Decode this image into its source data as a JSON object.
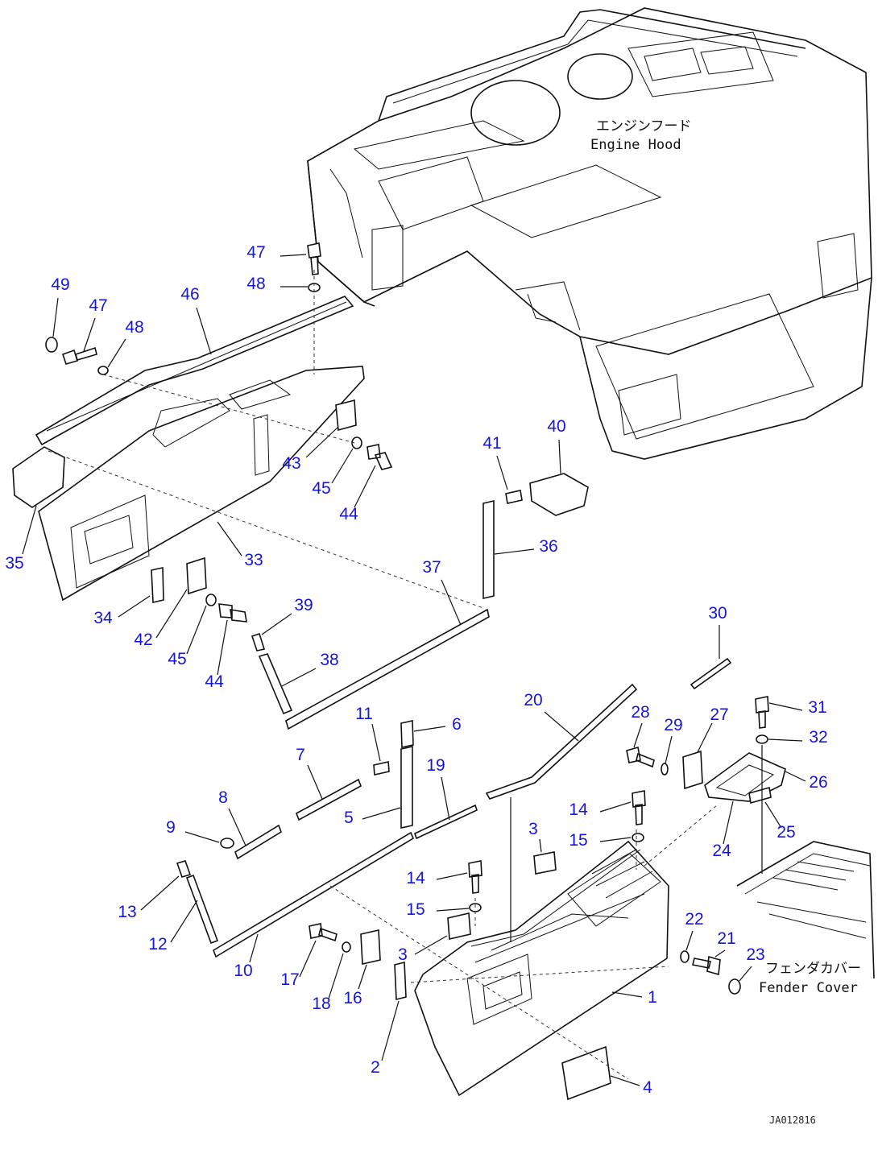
{
  "diagram": {
    "engine_hood_label_jp": "エンジンフード",
    "engine_hood_label_en": "Engine Hood",
    "fender_cover_label_jp": "フェンダカバー",
    "fender_cover_label_en": "Fender Cover",
    "drawing_code": "JA012816",
    "label_color": "#1616d6",
    "parts": [
      {
        "id": "p1",
        "num": "1"
      },
      {
        "id": "p2",
        "num": "2"
      },
      {
        "id": "p3a",
        "num": "3"
      },
      {
        "id": "p3b",
        "num": "3"
      },
      {
        "id": "p4",
        "num": "4"
      },
      {
        "id": "p5",
        "num": "5"
      },
      {
        "id": "p6",
        "num": "6"
      },
      {
        "id": "p7",
        "num": "7"
      },
      {
        "id": "p8",
        "num": "8"
      },
      {
        "id": "p9",
        "num": "9"
      },
      {
        "id": "p10",
        "num": "10"
      },
      {
        "id": "p11",
        "num": "11"
      },
      {
        "id": "p12",
        "num": "12"
      },
      {
        "id": "p13",
        "num": "13"
      },
      {
        "id": "p14a",
        "num": "14"
      },
      {
        "id": "p14b",
        "num": "14"
      },
      {
        "id": "p15a",
        "num": "15"
      },
      {
        "id": "p15b",
        "num": "15"
      },
      {
        "id": "p16",
        "num": "16"
      },
      {
        "id": "p17",
        "num": "17"
      },
      {
        "id": "p18",
        "num": "18"
      },
      {
        "id": "p19",
        "num": "19"
      },
      {
        "id": "p20",
        "num": "20"
      },
      {
        "id": "p21",
        "num": "21"
      },
      {
        "id": "p22",
        "num": "22"
      },
      {
        "id": "p23",
        "num": "23"
      },
      {
        "id": "p24",
        "num": "24"
      },
      {
        "id": "p25",
        "num": "25"
      },
      {
        "id": "p26",
        "num": "26"
      },
      {
        "id": "p27",
        "num": "27"
      },
      {
        "id": "p28",
        "num": "28"
      },
      {
        "id": "p29",
        "num": "29"
      },
      {
        "id": "p30",
        "num": "30"
      },
      {
        "id": "p31",
        "num": "31"
      },
      {
        "id": "p32",
        "num": "32"
      },
      {
        "id": "p33",
        "num": "33"
      },
      {
        "id": "p34",
        "num": "34"
      },
      {
        "id": "p35",
        "num": "35"
      },
      {
        "id": "p36",
        "num": "36"
      },
      {
        "id": "p37",
        "num": "37"
      },
      {
        "id": "p38",
        "num": "38"
      },
      {
        "id": "p39",
        "num": "39"
      },
      {
        "id": "p40",
        "num": "40"
      },
      {
        "id": "p41",
        "num": "41"
      },
      {
        "id": "p42",
        "num": "42"
      },
      {
        "id": "p43",
        "num": "43"
      },
      {
        "id": "p44a",
        "num": "44"
      },
      {
        "id": "p44b",
        "num": "44"
      },
      {
        "id": "p45a",
        "num": "45"
      },
      {
        "id": "p45b",
        "num": "45"
      },
      {
        "id": "p46",
        "num": "46"
      },
      {
        "id": "p47a",
        "num": "47"
      },
      {
        "id": "p47b",
        "num": "47"
      },
      {
        "id": "p48a",
        "num": "48"
      },
      {
        "id": "p48b",
        "num": "48"
      },
      {
        "id": "p49",
        "num": "49"
      }
    ]
  }
}
